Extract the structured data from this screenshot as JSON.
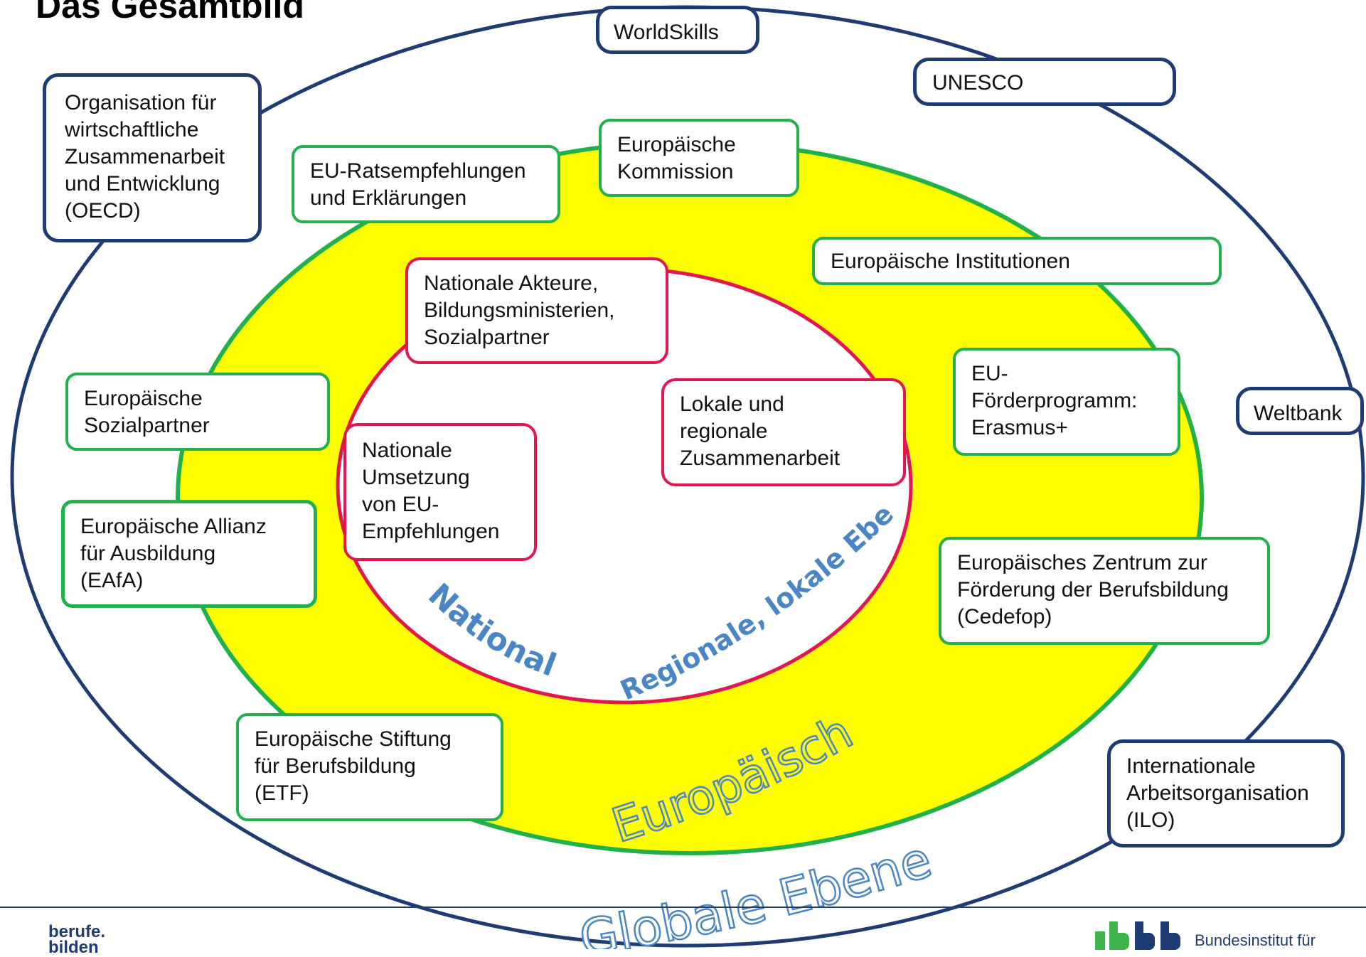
{
  "title": "Das Gesamtbild",
  "colors": {
    "blue": "#1f3b73",
    "green": "#21b14b",
    "red": "#e4164f",
    "yellow": "#ffff00",
    "curved_text": "#4a86c5"
  },
  "global_boxes": {
    "worldskills": "WorldSkills",
    "unesco": "UNESCO",
    "oecd": "Organisation für\nwirtschaftliche\nZusammenarbeit\nund Entwicklung\n(OECD)",
    "weltbank": "Weltbank",
    "ilo": "Internationale\nArbeitsorganisation\n(ILO)"
  },
  "european_boxes": {
    "kommission": "Europäische\nKommission",
    "rat": "EU-Ratsempfehlungen\nund Erklärungen",
    "institutionen": "Europäische Institutionen",
    "erasmus": "EU-\nFörderprogramm:\nErasmus+",
    "sozialpartner": "Europäische\nSozialpartner",
    "allianz": "Europäische Allianz\nfür Ausbildung\n(EAfA)",
    "cedefop": "Europäisches Zentrum zur\nFörderung der Berufsbildung\n(Cedefop)",
    "etf": "Europäische Stiftung\nfür Berufsbildung\n(ETF)"
  },
  "national_boxes": {
    "akteure": "Nationale Akteure,\nBildungsministerien,\nSozialpartner",
    "lokal": "Lokale und\nregionale\nZusammenarbeit",
    "umsetzung": "Nationale\nUmsetzung\nvon EU-\nEmpfehlungen"
  },
  "level_labels": {
    "global": "Globale Ebene",
    "european": "Europäisch",
    "national": "Nationale",
    "regional": "Regionale, lokale Ebene"
  },
  "footer": {
    "left": "berufe.\nbilden",
    "logo_caption": "Bundesinstitut für"
  }
}
